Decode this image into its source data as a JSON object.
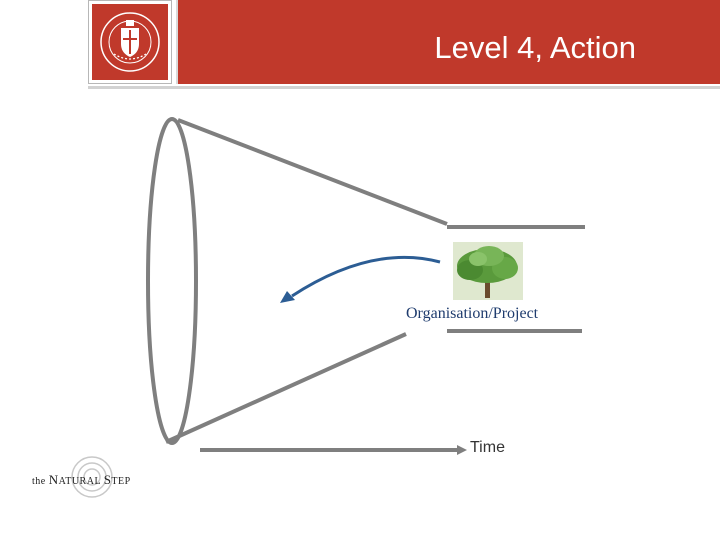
{
  "header": {
    "title": "Level 4, Action",
    "brand_color": "#c0392b"
  },
  "logo_seal": {
    "text": "RADBOUD UNIVERSITEIT NIJMEGEN",
    "icon": "university-seal-icon"
  },
  "diagram": {
    "tree_label": "Organisation/Project",
    "tree_icon": "tree-icon",
    "axis_label": "Time",
    "arrow_color": "#2c5d94",
    "funnel_color": "#7f7f7f"
  },
  "footer_logo": {
    "prefix": "the",
    "word1_initial": "N",
    "word1_rest": "ATURAL",
    "word2_initial": "S",
    "word2_rest": "TEP"
  }
}
